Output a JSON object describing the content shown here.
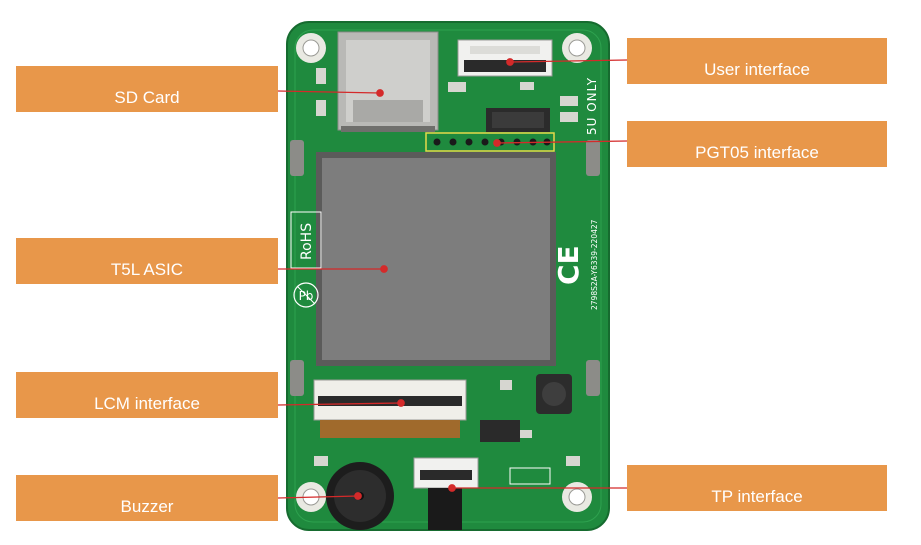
{
  "callouts": {
    "sd_card": "SD Card",
    "t5l_asic": "T5L ASIC",
    "lcm_interface": "LCM interface",
    "buzzer": "Buzzer",
    "user_interface": "User interface",
    "pgt05_interface": "PGT05 interface",
    "tp_interface": "TP interface"
  },
  "board_markings": {
    "voltage": "5U ONLY",
    "rohs": "RoHS",
    "pb": "Pb",
    "serial": "2798S2A-Y6339-220427",
    "ce": "CE"
  },
  "colors": {
    "callout_bg": "#e8974a",
    "callout_text": "#ffffff",
    "pointer_line": "#d42a2a",
    "pcb_green": "#1f8a3e",
    "lcd_gray": "#7d7d7d"
  },
  "icons": [
    "pb-free-icon",
    "ce-mark-icon"
  ]
}
